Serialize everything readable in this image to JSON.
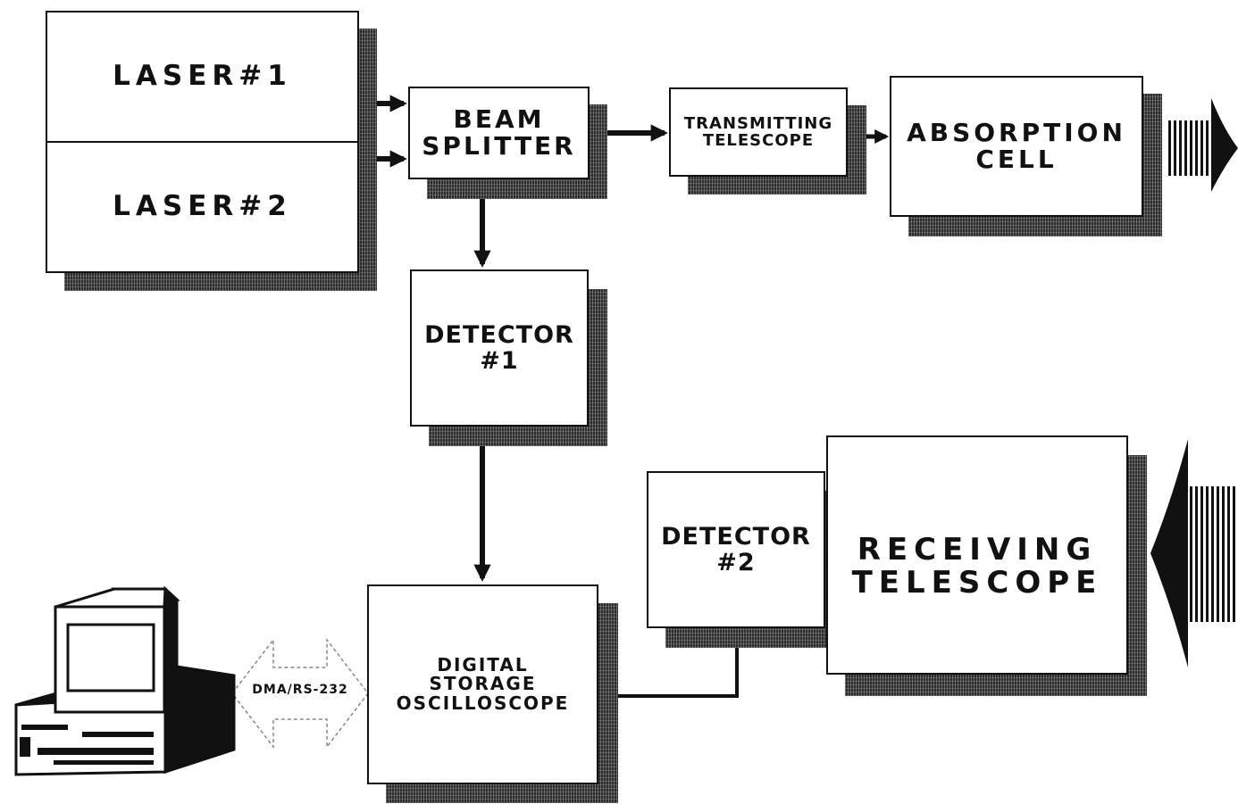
{
  "diagram": {
    "nodes": {
      "laser1": "LASER#1",
      "laser2": "LASER#2",
      "beam_splitter": "BEAM\nSPLITTER",
      "transmitting_telescope": "TRANSMITTING\nTELESCOPE",
      "absorption_cell": "ABSORPTION\nCELL",
      "detector1": "DETECTOR\n#1",
      "detector2": "DETECTOR\n#2",
      "receiving_telescope": "RECEIVING\nTELESCOPE",
      "oscilloscope": "DIGITAL\nSTORAGE\nOSCILLOSCOPE",
      "computer": ""
    },
    "links": {
      "computer_oscilloscope": "DMA/RS-232"
    },
    "edges": [
      {
        "from": "laser1",
        "to": "beam_splitter"
      },
      {
        "from": "laser2",
        "to": "beam_splitter"
      },
      {
        "from": "beam_splitter",
        "to": "transmitting_telescope"
      },
      {
        "from": "transmitting_telescope",
        "to": "absorption_cell"
      },
      {
        "from": "absorption_cell",
        "to": "beam-out"
      },
      {
        "from": "beam_splitter",
        "to": "detector1"
      },
      {
        "from": "detector1",
        "to": "oscilloscope"
      },
      {
        "from": "detector2",
        "to": "oscilloscope"
      },
      {
        "from": "beam-in",
        "to": "receiving_telescope"
      },
      {
        "from": "computer",
        "to": "oscilloscope",
        "bidirectional": true
      }
    ]
  }
}
